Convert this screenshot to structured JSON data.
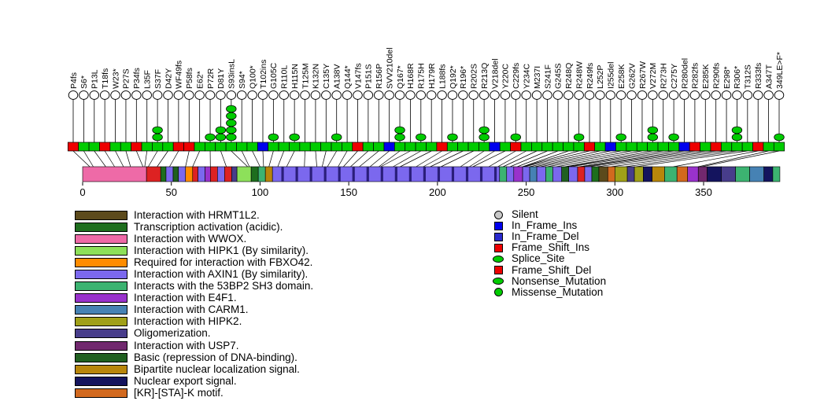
{
  "chart_data": {
    "type": "lollipop",
    "description": "Protein mutation lollipop plot with domain annotation track",
    "protein_length": 393,
    "axis": {
      "ticks": [
        0,
        50,
        100,
        150,
        200,
        250,
        300,
        350
      ]
    },
    "node_fill": "#ffffff",
    "head_color": "#00cc00",
    "type_colors": {
      "missense": "#00cc00",
      "nonsense": "#00cc00",
      "splice": "#00cc00",
      "frameshift": "#ee0000",
      "inframe": "#0000ee"
    },
    "mutations": [
      {
        "label": "P4fs",
        "pos": 4,
        "heads": 0,
        "type": "frameshift"
      },
      {
        "label": "S6*",
        "pos": 6,
        "heads": 0,
        "type": "nonsense"
      },
      {
        "label": "P13L",
        "pos": 13,
        "heads": 0,
        "type": "missense"
      },
      {
        "label": "T18fs",
        "pos": 18,
        "heads": 0,
        "type": "frameshift"
      },
      {
        "label": "W23*",
        "pos": 23,
        "heads": 0,
        "type": "nonsense"
      },
      {
        "label": "P27S",
        "pos": 27,
        "heads": 0,
        "type": "missense"
      },
      {
        "label": "P34fs",
        "pos": 34,
        "heads": 0,
        "type": "frameshift"
      },
      {
        "label": "L35F",
        "pos": 35,
        "heads": 0,
        "type": "missense"
      },
      {
        "label": "S37F",
        "pos": 37,
        "heads": 2,
        "type": "missense"
      },
      {
        "label": "D42Y",
        "pos": 42,
        "heads": 0,
        "type": "missense"
      },
      {
        "label": "WF49fs",
        "pos": 49,
        "heads": 0,
        "type": "frameshift"
      },
      {
        "label": "P58fs",
        "pos": 58,
        "heads": 0,
        "type": "frameshift"
      },
      {
        "label": "E62*",
        "pos": 62,
        "heads": 0,
        "type": "nonsense"
      },
      {
        "label": "P72R",
        "pos": 72,
        "heads": 1,
        "type": "missense"
      },
      {
        "label": "D81Y",
        "pos": 81,
        "heads": 2,
        "type": "missense"
      },
      {
        "label": "S93insL",
        "pos": 93,
        "heads": 5,
        "type": "missense"
      },
      {
        "label": "S94*",
        "pos": 94,
        "heads": 0,
        "type": "nonsense"
      },
      {
        "label": "Q100*",
        "pos": 100,
        "heads": 0,
        "type": "nonsense"
      },
      {
        "label": "T102ins",
        "pos": 102,
        "heads": 0,
        "type": "inframe"
      },
      {
        "label": "G105C",
        "pos": 105,
        "heads": 1,
        "type": "missense"
      },
      {
        "label": "R110L",
        "pos": 110,
        "heads": 0,
        "type": "missense"
      },
      {
        "label": "H115N",
        "pos": 115,
        "heads": 1,
        "type": "missense"
      },
      {
        "label": "T125M",
        "pos": 125,
        "heads": 0,
        "type": "missense"
      },
      {
        "label": "K132N",
        "pos": 132,
        "heads": 0,
        "type": "missense"
      },
      {
        "label": "C135Y",
        "pos": 135,
        "heads": 0,
        "type": "missense"
      },
      {
        "label": "A138V",
        "pos": 138,
        "heads": 1,
        "type": "missense"
      },
      {
        "label": "Q144*",
        "pos": 144,
        "heads": 0,
        "type": "nonsense"
      },
      {
        "label": "V147fs",
        "pos": 147,
        "heads": 0,
        "type": "frameshift"
      },
      {
        "label": "P151S",
        "pos": 151,
        "heads": 0,
        "type": "missense"
      },
      {
        "label": "R156P",
        "pos": 156,
        "heads": 0,
        "type": "missense"
      },
      {
        "label": "SVV210del",
        "pos": 162,
        "heads": 0,
        "type": "inframe"
      },
      {
        "label": "Q167*",
        "pos": 167,
        "heads": 2,
        "type": "nonsense"
      },
      {
        "label": "H168R",
        "pos": 168,
        "heads": 0,
        "type": "missense"
      },
      {
        "label": "R175H",
        "pos": 175,
        "heads": 1,
        "type": "missense"
      },
      {
        "label": "H179R",
        "pos": 179,
        "heads": 0,
        "type": "missense"
      },
      {
        "label": "L188fs",
        "pos": 188,
        "heads": 0,
        "type": "frameshift"
      },
      {
        "label": "Q192*",
        "pos": 192,
        "heads": 1,
        "type": "nonsense"
      },
      {
        "label": "R196*",
        "pos": 196,
        "heads": 0,
        "type": "nonsense"
      },
      {
        "label": "R202S",
        "pos": 202,
        "heads": 0,
        "type": "missense"
      },
      {
        "label": "R213Q",
        "pos": 213,
        "heads": 2,
        "type": "missense"
      },
      {
        "label": "V218del",
        "pos": 218,
        "heads": 0,
        "type": "inframe"
      },
      {
        "label": "Y220C",
        "pos": 220,
        "heads": 0,
        "type": "missense"
      },
      {
        "label": "C229fs",
        "pos": 229,
        "heads": 1,
        "type": "frameshift"
      },
      {
        "label": "Y234C",
        "pos": 234,
        "heads": 0,
        "type": "missense"
      },
      {
        "label": "M237I",
        "pos": 237,
        "heads": 0,
        "type": "missense"
      },
      {
        "label": "S241F",
        "pos": 241,
        "heads": 0,
        "type": "missense"
      },
      {
        "label": "G245S",
        "pos": 245,
        "heads": 0,
        "type": "missense"
      },
      {
        "label": "R248Q",
        "pos": 248,
        "heads": 0,
        "type": "missense"
      },
      {
        "label": "R248W",
        "pos": 248,
        "heads": 1,
        "type": "missense"
      },
      {
        "label": "R249fs",
        "pos": 249,
        "heads": 0,
        "type": "frameshift"
      },
      {
        "label": "L252P",
        "pos": 252,
        "heads": 0,
        "type": "missense"
      },
      {
        "label": "I255del",
        "pos": 255,
        "heads": 0,
        "type": "inframe"
      },
      {
        "label": "E258K",
        "pos": 258,
        "heads": 1,
        "type": "missense"
      },
      {
        "label": "G262V",
        "pos": 262,
        "heads": 0,
        "type": "missense"
      },
      {
        "label": "R267W",
        "pos": 267,
        "heads": 0,
        "type": "missense"
      },
      {
        "label": "V272M",
        "pos": 272,
        "heads": 2,
        "type": "missense"
      },
      {
        "label": "R273H",
        "pos": 273,
        "heads": 0,
        "type": "missense"
      },
      {
        "label": "C275Y",
        "pos": 275,
        "heads": 1,
        "type": "missense"
      },
      {
        "label": "R280del",
        "pos": 280,
        "heads": 0,
        "type": "inframe"
      },
      {
        "label": "R282fs",
        "pos": 282,
        "heads": 0,
        "type": "frameshift"
      },
      {
        "label": "E285K",
        "pos": 285,
        "heads": 0,
        "type": "missense"
      },
      {
        "label": "R290fs",
        "pos": 290,
        "heads": 0,
        "type": "frameshift"
      },
      {
        "label": "E298*",
        "pos": 298,
        "heads": 0,
        "type": "nonsense"
      },
      {
        "label": "R306*",
        "pos": 306,
        "heads": 2,
        "type": "nonsense"
      },
      {
        "label": "T312S",
        "pos": 312,
        "heads": 0,
        "type": "missense"
      },
      {
        "label": "R333fs",
        "pos": 333,
        "heads": 0,
        "type": "frameshift"
      },
      {
        "label": "A347T",
        "pos": 347,
        "heads": 0,
        "type": "missense"
      },
      {
        "label": "349LE>F*",
        "pos": 349,
        "heads": 1,
        "type": "nonsense"
      }
    ],
    "domains": [
      [
        0,
        36,
        "#ee6aa7"
      ],
      [
        36,
        44,
        "#dd2222"
      ],
      [
        44,
        47,
        "#1e6e1e"
      ],
      [
        47,
        51,
        "#7b68ee"
      ],
      [
        51,
        54,
        "#206020"
      ],
      [
        54,
        58,
        "#7b68ee"
      ],
      [
        58,
        62,
        "#ff8c00"
      ],
      [
        62,
        65,
        "#dd2222"
      ],
      [
        65,
        69,
        "#7b68ee"
      ],
      [
        69,
        72,
        "#9932cc"
      ],
      [
        72,
        76,
        "#dd2222"
      ],
      [
        76,
        80,
        "#7b68ee"
      ],
      [
        80,
        84,
        "#dd2222"
      ],
      [
        84,
        87,
        "#483d8b"
      ],
      [
        87,
        95,
        "#8de05a"
      ],
      [
        95,
        99,
        "#1e6e1e"
      ],
      [
        99,
        103,
        "#3cb371"
      ],
      [
        103,
        107,
        "#b8860b"
      ],
      [
        107,
        235,
        "#7b68ee"
      ],
      [
        235,
        239,
        "#3cb371"
      ],
      [
        239,
        243,
        "#7b68ee"
      ],
      [
        243,
        248,
        "#9932cc"
      ],
      [
        248,
        252,
        "#7b68ee"
      ],
      [
        252,
        256,
        "#4682b4"
      ],
      [
        256,
        261,
        "#7b68ee"
      ],
      [
        261,
        265,
        "#3cb371"
      ],
      [
        265,
        270,
        "#7b68ee"
      ],
      [
        270,
        274,
        "#206020"
      ],
      [
        274,
        279,
        "#7b68ee"
      ],
      [
        279,
        283,
        "#dd2222"
      ],
      [
        283,
        287,
        "#7b68ee"
      ],
      [
        287,
        291,
        "#1e6e1e"
      ],
      [
        291,
        296,
        "#5c4a1c"
      ],
      [
        296,
        300,
        "#d2691e"
      ],
      [
        300,
        307,
        "#a0a018"
      ],
      [
        307,
        311,
        "#483d8b"
      ],
      [
        311,
        316,
        "#a0a018"
      ],
      [
        316,
        321,
        "#14145e"
      ],
      [
        321,
        328,
        "#b8860b"
      ],
      [
        328,
        335,
        "#3cb371"
      ],
      [
        335,
        341,
        "#d2691e"
      ],
      [
        341,
        347,
        "#9932cc"
      ],
      [
        347,
        352,
        "#71286e"
      ],
      [
        352,
        360,
        "#14145e"
      ],
      [
        360,
        368,
        "#483d8b"
      ],
      [
        368,
        376,
        "#3cb371"
      ],
      [
        376,
        384,
        "#4682b4"
      ],
      [
        384,
        389,
        "#14145e"
      ],
      [
        389,
        393,
        "#3cb371"
      ]
    ],
    "domain_stripes": {
      "positions": [
        112,
        120,
        128,
        136,
        144,
        152,
        160,
        168,
        176,
        184,
        192,
        200,
        208,
        216,
        224,
        232
      ],
      "width": 1.4,
      "color": "#2a1e7a"
    }
  },
  "legend_domains": {
    "items": [
      {
        "label": "Interaction with HRMT1L2.",
        "color": "#5c4a1c"
      },
      {
        "label": "Transcription activation (acidic).",
        "color": "#1e6e1e"
      },
      {
        "label": "Interaction with WWOX.",
        "color": "#ee6aa7"
      },
      {
        "label": "Interaction with HIPK1 (By similarity).",
        "color": "#8de05a"
      },
      {
        "label": "Required for interaction with FBXO42.",
        "color": "#ff8c00"
      },
      {
        "label": "Interaction with AXIN1 (By similarity).",
        "color": "#7b68ee"
      },
      {
        "label": "Interacts with the 53BP2 SH3 domain.",
        "color": "#3cb371"
      },
      {
        "label": "Interaction with E4F1.",
        "color": "#9932cc"
      },
      {
        "label": "Interaction with CARM1.",
        "color": "#4682b4"
      },
      {
        "label": "Interaction with HIPK2.",
        "color": "#a0a018"
      },
      {
        "label": "Oligomerization.",
        "color": "#483d8b"
      },
      {
        "label": "Interaction with USP7.",
        "color": "#71286e"
      },
      {
        "label": "Basic (repression of DNA-binding).",
        "color": "#206020"
      },
      {
        "label": "Bipartite nuclear localization signal.",
        "color": "#b8860b"
      },
      {
        "label": "Nuclear export signal.",
        "color": "#14145e"
      },
      {
        "label": "[KR]-[STA]-K motif.",
        "color": "#d2691e"
      }
    ]
  },
  "legend_mutation_types": {
    "items": [
      {
        "label": "Silent",
        "shape": "circle",
        "color": "#c8c8c8"
      },
      {
        "label": "In_Frame_Ins",
        "shape": "square",
        "color": "#0000ee"
      },
      {
        "label": "In_Frame_Del",
        "shape": "square",
        "color": "#2a2acd"
      },
      {
        "label": "Frame_Shift_Ins",
        "shape": "square",
        "color": "#ee0000"
      },
      {
        "label": "Splice_Site",
        "shape": "ellipse",
        "color": "#00cc00"
      },
      {
        "label": "Frame_Shift_Del",
        "shape": "square",
        "color": "#ee0000"
      },
      {
        "label": "Nonsense_Mutation",
        "shape": "ellipse",
        "color": "#00cc00"
      },
      {
        "label": "Missense_Mutation",
        "shape": "circle",
        "color": "#00cc00"
      }
    ]
  }
}
